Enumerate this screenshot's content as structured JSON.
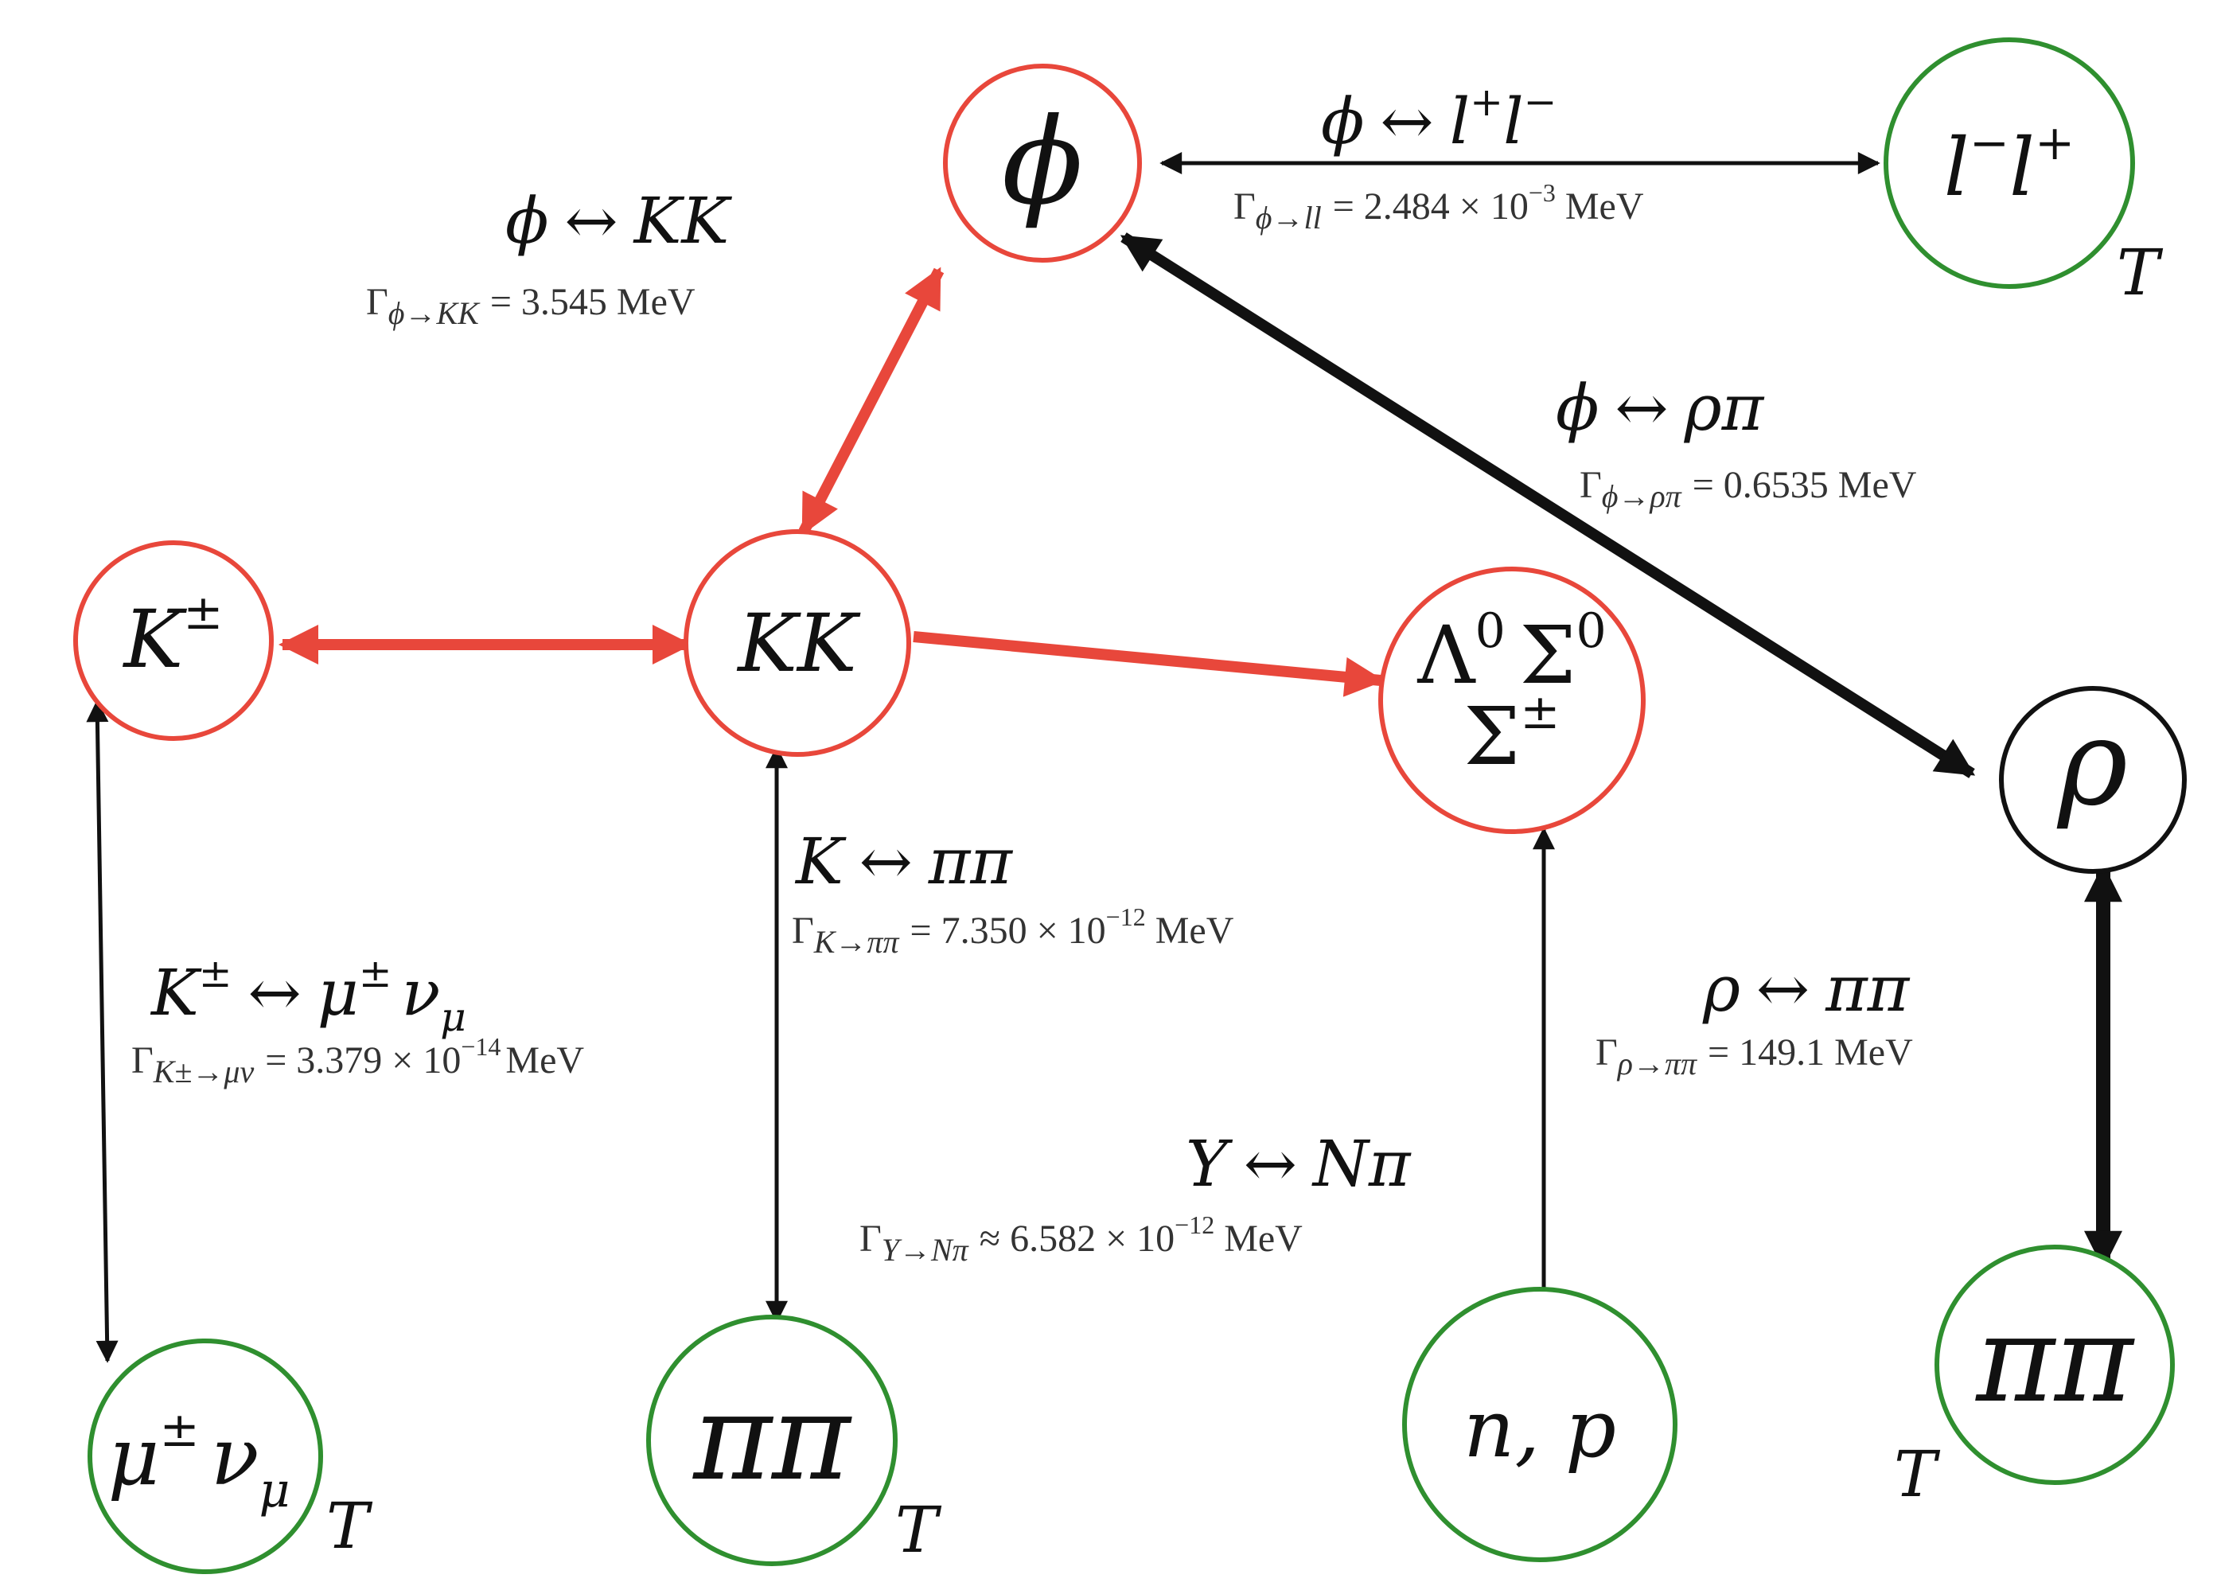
{
  "colors": {
    "red": "#e8473b",
    "green": "#2f8f2f",
    "black": "#111111",
    "rate_text": "#333333"
  },
  "nodes": {
    "phi": {
      "text": "ϕ"
    },
    "ll": {
      "base": "l",
      "sup1": "−",
      "mid": "l",
      "sup2": "+",
      "t": "T"
    },
    "kpm": {
      "base": "K",
      "sup": "±"
    },
    "kk": {
      "text": "KK"
    },
    "hyperon": {
      "line1a": "Λ",
      "sup1": "0",
      "line1b": "Σ",
      "sup2": "0",
      "line2": "Σ",
      "sup3": "±"
    },
    "rho": {
      "text": "ρ"
    },
    "munu": {
      "mu": "μ",
      "sup": "±",
      "nu": "ν",
      "sub": "μ",
      "t": "T"
    },
    "pipi_left": {
      "text": "ππ",
      "t": "T"
    },
    "np": {
      "text": "n, p"
    },
    "pipi_right": {
      "text": "ππ",
      "t": "T"
    }
  },
  "labels": {
    "phi_kk": {
      "a": "ϕ",
      "arrow": "↔",
      "b": "KK",
      "gamma": "Γ",
      "sub": "ϕ→KK",
      "value": "= 3.545 MeV"
    },
    "phi_ll": {
      "a": "ϕ",
      "arrow": "↔",
      "b": "l",
      "sup1": "+",
      "c": "l",
      "sup2": "−",
      "gamma": "Γ",
      "sub": "ϕ→ll",
      "value": "= 2.484 × 10",
      "exp": "−3",
      "unit": "MeV"
    },
    "phi_rhopi": {
      "a": "ϕ",
      "arrow": "↔",
      "b": "ρπ",
      "gamma": "Γ",
      "sub": "ϕ→ρπ",
      "value": "= 0.6535 MeV"
    },
    "k_pipi": {
      "a": "K",
      "arrow": "↔",
      "b": "ππ",
      "gamma": "Γ",
      "sub": "K→ππ",
      "value": "= 7.350 × 10",
      "exp": "−12",
      "unit": "MeV"
    },
    "k_munu": {
      "a": "K",
      "supa": "±",
      "arrow": "↔",
      "b": "μ",
      "supb": "±",
      "c": "ν",
      "subc": "μ",
      "gamma": "Γ",
      "sub": "K±→μν",
      "value": "= 3.379 × 10",
      "exp": "−14",
      "unit": "MeV"
    },
    "y_npi": {
      "a": "Y",
      "arrow": "↔",
      "b": "Nπ",
      "gamma": "Γ",
      "sub": "Y→Nπ",
      "value": "≈ 6.582 × 10",
      "exp": "−12",
      "unit": "MeV"
    },
    "rho_pipi": {
      "a": "ρ",
      "arrow": "↔",
      "b": "ππ",
      "gamma": "Γ",
      "sub": "ρ→ππ",
      "value": "= 149.1 MeV"
    }
  }
}
